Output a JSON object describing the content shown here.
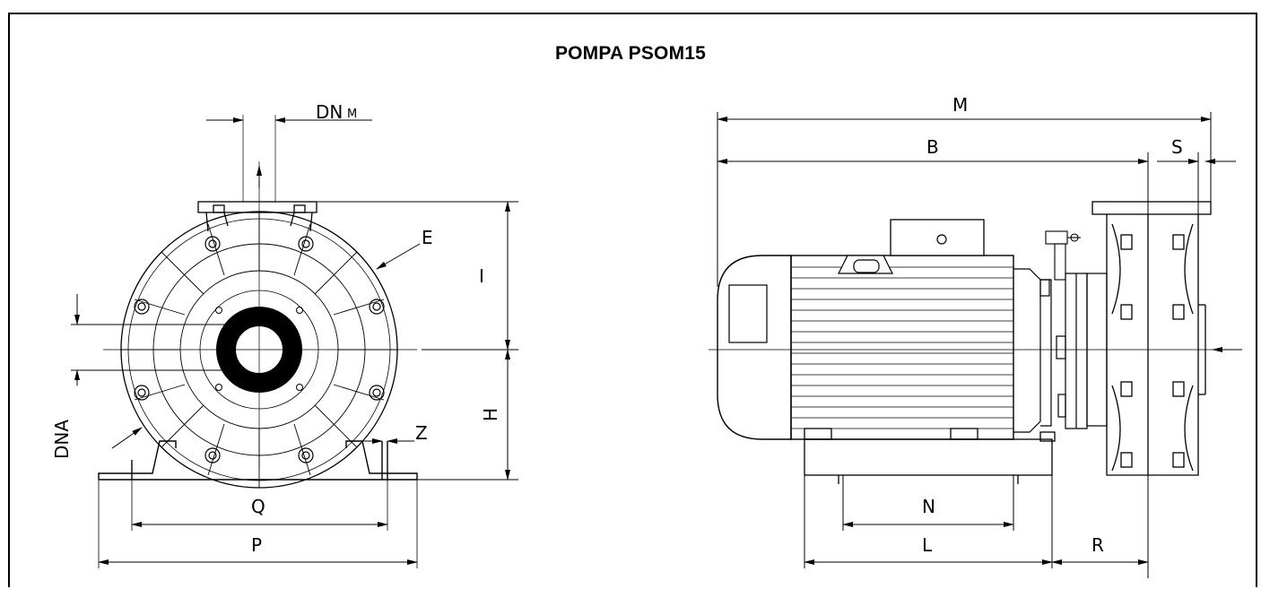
{
  "title": "POMPA PSOM15",
  "front_view": {
    "labels": {
      "dn_main": "DN",
      "dn_sub": "M",
      "e": "E",
      "i": "I",
      "h": "H",
      "dna": "DNA",
      "z": "Z",
      "q": "Q",
      "p": "P"
    }
  },
  "side_view": {
    "labels": {
      "m": "M",
      "b": "B",
      "s": "S",
      "n": "N",
      "l": "L",
      "r": "R"
    }
  }
}
